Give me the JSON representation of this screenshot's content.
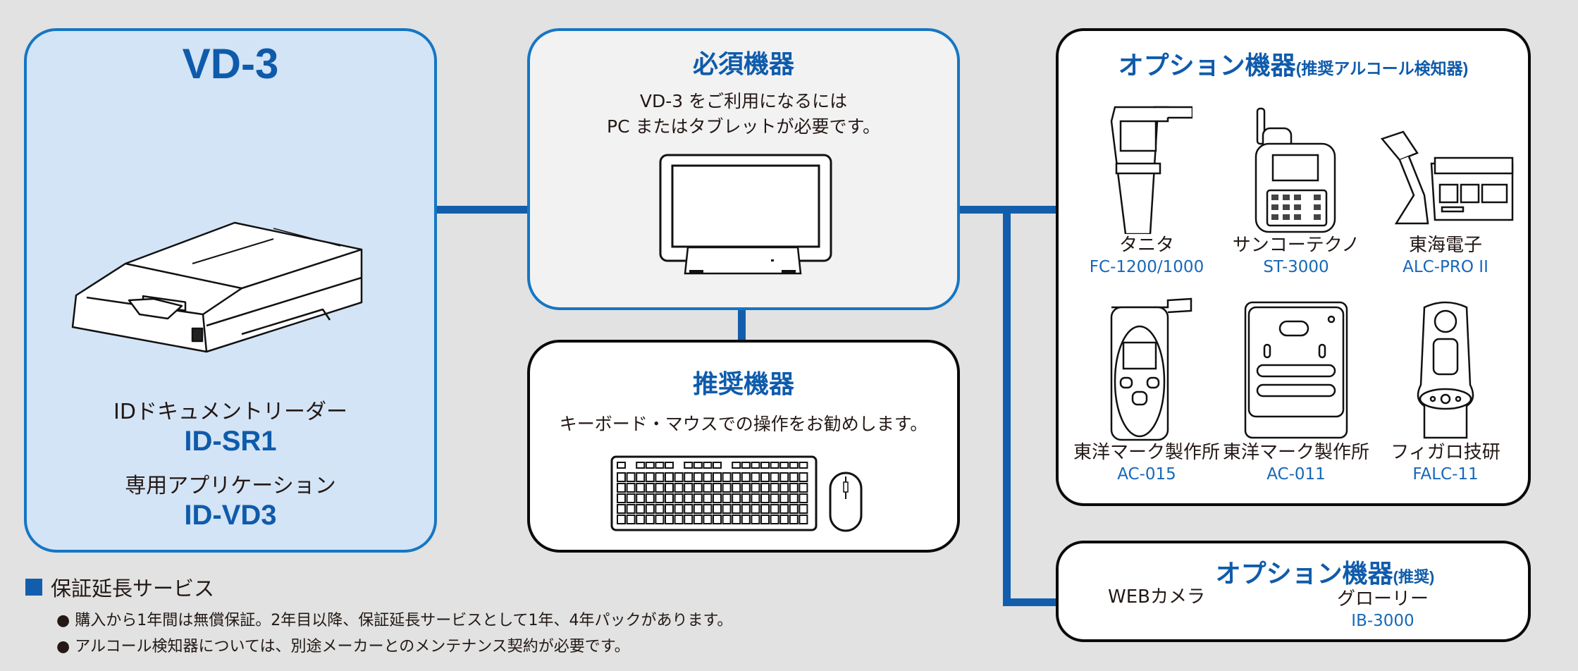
{
  "colors": {
    "background": "#e1e2e1",
    "accent": "#0f5bab",
    "connector": "#135eac",
    "vd3_fill": "#d3e4f6",
    "vd3_border": "#1576c4"
  },
  "vd3": {
    "title": "VD-3",
    "reader_label": "IDドキュメントリーダー",
    "reader_model": "ID-SR1",
    "app_label": "専用アプリケーション",
    "app_model": "ID-VD3",
    "image": "document-scanner-illustration"
  },
  "required": {
    "title": "必須機器",
    "line1": "VD-3 をご利用になるには",
    "line2": "PC またはタブレットが必要です。",
    "image": "tablet-monitor-illustration"
  },
  "recommended": {
    "title": "推奨機器",
    "description": "キーボード・マウスでの操作をお勧めします。",
    "image": "keyboard-mouse-illustration"
  },
  "option_alcohol": {
    "title": "オプション機器",
    "subtitle": "(推奨アルコール検知器)",
    "devices": [
      {
        "maker": "タニタ",
        "model": "FC-1200/1000",
        "icon": "breathalyzer-handheld-icon"
      },
      {
        "maker": "サンコーテクノ",
        "model": "ST-3000",
        "icon": "breathalyzer-keypad-icon"
      },
      {
        "maker": "東海電子",
        "model": "ALC-PRO II",
        "icon": "breathalyzer-station-icon"
      },
      {
        "maker": "東洋マーク製作所",
        "model": "AC-015",
        "icon": "breathalyzer-oval-icon"
      },
      {
        "maker": "東洋マーク製作所",
        "model": "AC-011",
        "icon": "breathalyzer-box-icon"
      },
      {
        "maker": "フィガロ技研",
        "model": "FALC-11",
        "icon": "breathalyzer-camera-icon"
      }
    ]
  },
  "option_recommended": {
    "title": "オプション機器",
    "subtitle": "(推奨)",
    "items": [
      {
        "maker": "WEBカメラ",
        "model": ""
      },
      {
        "maker": "グローリー",
        "model": "IB-3000"
      }
    ]
  },
  "warranty": {
    "title": "保証延長サービス",
    "bullets": [
      "購入から1年間は無償保証。2年目以降、保証延長サービスとして1年、4年パックがあります。",
      "アルコール検知器については、別途メーカーとのメンテナンス契約が必要です。"
    ]
  }
}
